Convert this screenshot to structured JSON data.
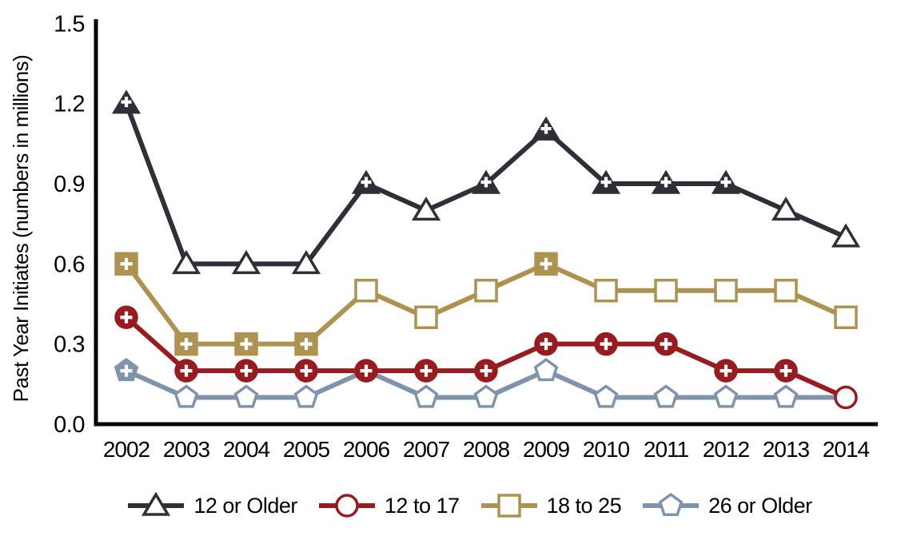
{
  "figure": {
    "background": "#ffffff",
    "axis_color": "#000000",
    "plus_symbol": "+"
  },
  "chart_data": {
    "type": "line",
    "title": "",
    "xlabel": "",
    "ylabel": "Past Year Initiates (numbers in millions)",
    "x": [
      "2002",
      "2003",
      "2004",
      "2005",
      "2006",
      "2007",
      "2008",
      "2009",
      "2010",
      "2011",
      "2012",
      "2013",
      "2014"
    ],
    "ylim": [
      0.0,
      1.5
    ],
    "yticks": [
      0.0,
      0.3,
      0.6,
      0.9,
      1.2,
      1.5
    ],
    "ytick_labels": [
      "0.0",
      "0.3",
      "0.6",
      "0.9",
      "1.2",
      "1.5"
    ],
    "grid": false,
    "legend_position": "bottom",
    "series": [
      {
        "name": "12 or Older",
        "marker": "triangle",
        "color": "#2f2f38",
        "values": [
          1.2,
          0.6,
          0.6,
          0.6,
          0.9,
          0.8,
          0.9,
          1.1,
          0.9,
          0.9,
          0.9,
          0.8,
          0.7
        ],
        "plus_filled": [
          true,
          false,
          false,
          false,
          true,
          false,
          true,
          true,
          true,
          true,
          true,
          false,
          false
        ],
        "hidden_marker_years": []
      },
      {
        "name": "12 to 17",
        "marker": "circle",
        "color": "#981b1f",
        "values": [
          0.4,
          0.2,
          0.2,
          0.2,
          0.2,
          0.2,
          0.2,
          0.3,
          0.3,
          0.3,
          0.2,
          0.2,
          0.1
        ],
        "plus_filled": [
          true,
          true,
          true,
          true,
          true,
          true,
          true,
          true,
          true,
          true,
          true,
          true,
          false
        ],
        "hidden_marker_years": []
      },
      {
        "name": "18 to 25",
        "marker": "square",
        "color": "#ae9350",
        "values": [
          0.6,
          0.3,
          0.3,
          0.3,
          0.5,
          0.4,
          0.5,
          0.6,
          0.5,
          0.5,
          0.5,
          0.5,
          0.4
        ],
        "plus_filled": [
          true,
          true,
          true,
          true,
          false,
          false,
          false,
          true,
          false,
          false,
          false,
          false,
          false
        ],
        "hidden_marker_years": []
      },
      {
        "name": "26 or Older",
        "marker": "pentagon",
        "color": "#8093ad",
        "values": [
          0.2,
          0.1,
          0.1,
          0.1,
          0.2,
          0.1,
          0.1,
          0.2,
          0.1,
          0.1,
          0.1,
          0.1,
          0.1
        ],
        "plus_filled": [
          true,
          false,
          false,
          false,
          false,
          false,
          false,
          false,
          false,
          false,
          false,
          false,
          false
        ],
        "hidden_marker_years": [
          "2006",
          "2014"
        ]
      }
    ]
  }
}
